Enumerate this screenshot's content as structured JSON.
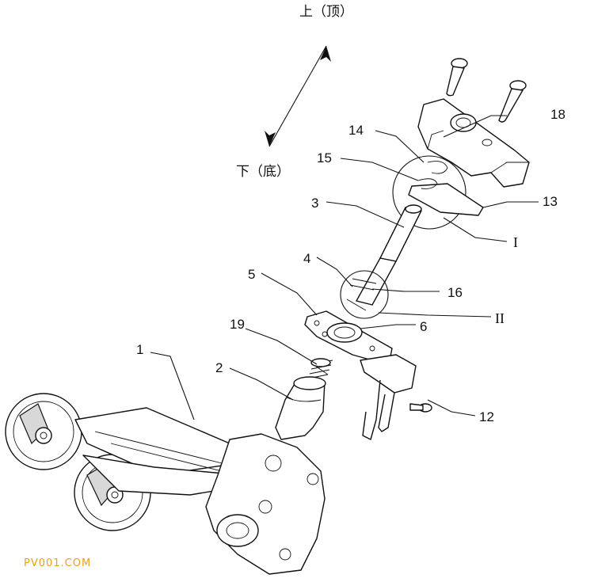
{
  "direction": {
    "up": "上（顶）",
    "down": "下（底）"
  },
  "callouts": {
    "c1": "1",
    "c2": "2",
    "c3": "3",
    "c4": "4",
    "c5": "5",
    "c6": "6",
    "c12": "12",
    "c13": "13",
    "c14": "14",
    "c15": "15",
    "c16": "16",
    "c18": "18",
    "c19": "19",
    "detail_1": "I",
    "detail_2": "II"
  },
  "watermark": "PV001.COM",
  "colors": {
    "line": "#111111",
    "watermark": "#e8a020"
  }
}
